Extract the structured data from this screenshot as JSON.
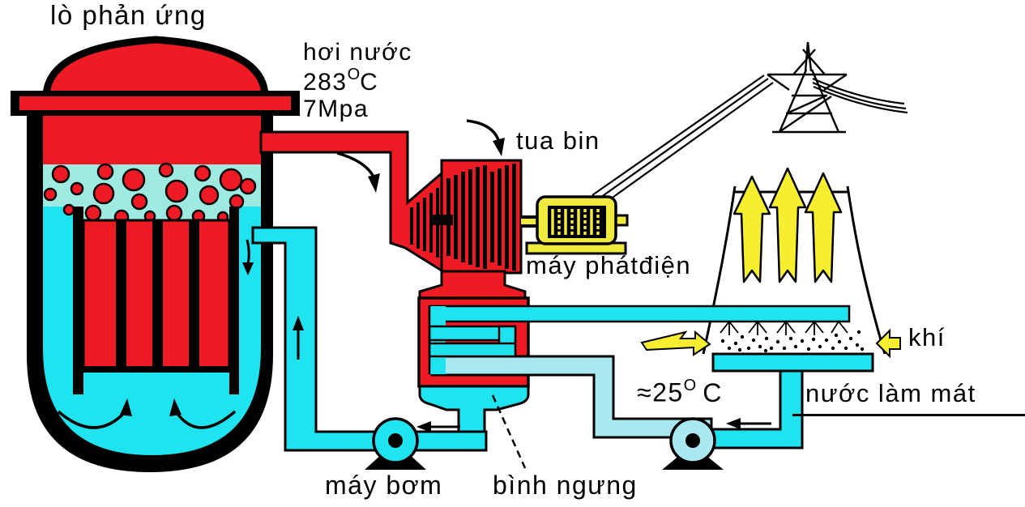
{
  "diagram": {
    "labels": {
      "reactor": "lò phản ứng",
      "steam": "hơi nước",
      "steam_temp": {
        "value": "283",
        "sup": "O",
        "unit": "C"
      },
      "steam_pressure": "7Mpa",
      "turbine": "tua bin",
      "generator": "máy phátđiện",
      "air": "khí",
      "cooling_temp": {
        "value": "≈25",
        "sup": "O",
        "unit": "C"
      },
      "cooling_water": "nước làm mát",
      "pump": "máy bơm",
      "condenser": "bình ngưng"
    },
    "colors": {
      "red": "#ee1b24",
      "cyan": "#1fe3ee",
      "pale_cyan": "#a9e8f0",
      "boiling": "#9feae0",
      "yellow": "#f6ee2f",
      "gen_yellow": "#f0ea3e",
      "black": "#000000",
      "background": "#ffffff"
    },
    "components": [
      "reactor-vessel",
      "fuel-rods",
      "steam-bubbles",
      "steam-pipe",
      "turbine",
      "generator",
      "transmission-tower",
      "power-lines",
      "cooling-tower",
      "steam-plume-arrows",
      "air-arrows",
      "water-basin",
      "condenser",
      "condenser-coil",
      "feedwater-pump",
      "cooling-water-pump",
      "feedwater-pipe",
      "cooling-water-pipe"
    ]
  }
}
